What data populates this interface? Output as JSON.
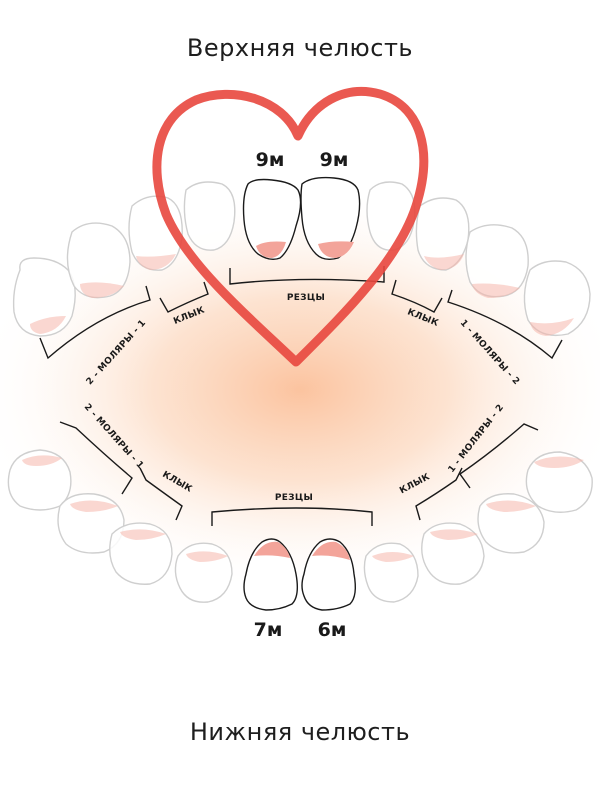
{
  "titles": {
    "upper_jaw": "Верхняя челюсть",
    "lower_jaw": "Нижняя челюсть"
  },
  "upper": {
    "left_tooth_age": "9м",
    "right_tooth_age": "9м",
    "incisors_label": "РЕЗЦЫ",
    "canine_left_label": "КЛЫК",
    "canine_right_label": "КЛЫК",
    "molars_left_label": "2 - МОЛЯРЫ - 1",
    "molars_right_label": "1 - МОЛЯРЫ - 2"
  },
  "lower": {
    "left_tooth_age": "7м",
    "right_tooth_age": "6м",
    "incisors_label": "РЕЗЦЫ",
    "canine_left_label": "КЛЫК",
    "canine_right_label": "КЛЫК",
    "molars_left_label": "2 - МОЛЯРЫ - 1",
    "molars_right_label": "1 - МОЛЯРЫ - 2"
  },
  "colors": {
    "heart": "#e8473e",
    "glow": "#fbc9a4",
    "gum": "#f3a49a",
    "outline": "#1a1a1a",
    "faded_outline": "#cfcfcf"
  },
  "icons": [
    "heart-icon"
  ]
}
